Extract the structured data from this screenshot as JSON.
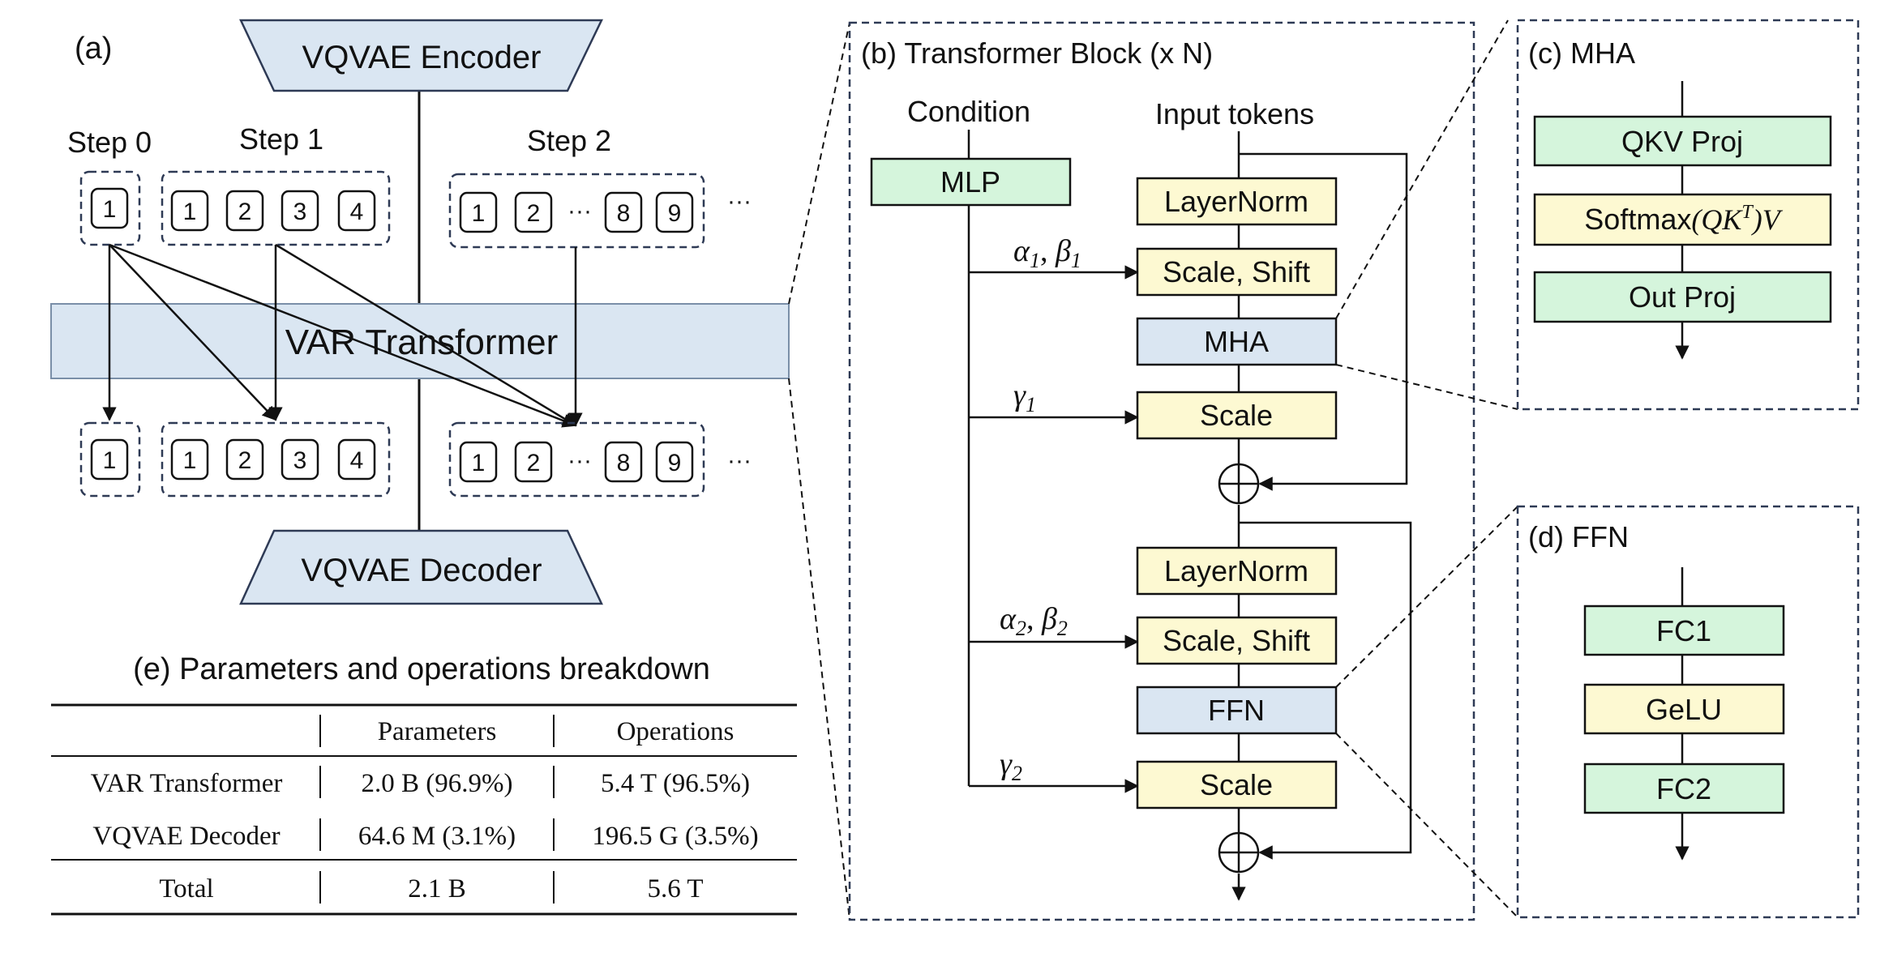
{
  "panel_a": {
    "label": "(a)",
    "encoder": "VQVAE Encoder",
    "decoder": "VQVAE Decoder",
    "transformer": "VAR Transformer",
    "steps": [
      {
        "label": "Step 0",
        "tokens": [
          "1"
        ]
      },
      {
        "label": "Step 1",
        "tokens": [
          "1",
          "2",
          "3",
          "4"
        ]
      },
      {
        "label": "Step 2",
        "tokens": [
          "1",
          "2",
          "8",
          "9"
        ]
      }
    ],
    "ellipsis": "···"
  },
  "panel_b": {
    "label": "(b) Transformer Block (x N)",
    "condition": "Condition",
    "input_tokens": "Input tokens",
    "mlp": "MLP",
    "layernorm": "LayerNorm",
    "scale_shift": "Scale, Shift",
    "mha": "MHA",
    "scale": "Scale",
    "ffn": "FFN",
    "alpha1": "α",
    "beta1": "β",
    "sub1": "1",
    "sub2": "2",
    "gamma": "γ",
    "comma": ", "
  },
  "panel_c": {
    "label": "(c) MHA",
    "qkv": "QKV Proj",
    "softmax_prefix": "Softmax",
    "softmax_math": "(QK",
    "softmax_sup": "T",
    "softmax_tail": ")V",
    "out": "Out Proj"
  },
  "panel_d": {
    "label": "(d) FFN",
    "fc1": "FC1",
    "gelu": "GeLU",
    "fc2": "FC2"
  },
  "panel_e": {
    "title": "(e) Parameters and operations breakdown",
    "headers": [
      "",
      "Parameters",
      "Operations"
    ],
    "rows": [
      [
        "VAR Transformer",
        "2.0 B (96.9%)",
        "5.4 T (96.5%)"
      ],
      [
        "VQVAE Decoder",
        "64.6 M (3.1%)",
        "196.5 G (3.5%)"
      ],
      [
        "Total",
        "2.1 B",
        "5.6 T"
      ]
    ]
  },
  "colors": {
    "blue_fill": "#dae6f2",
    "green_fill": "#d5f5dc",
    "yellow_fill": "#fdf9d2",
    "dash_border": "#2e3a55",
    "line": "#111111"
  }
}
